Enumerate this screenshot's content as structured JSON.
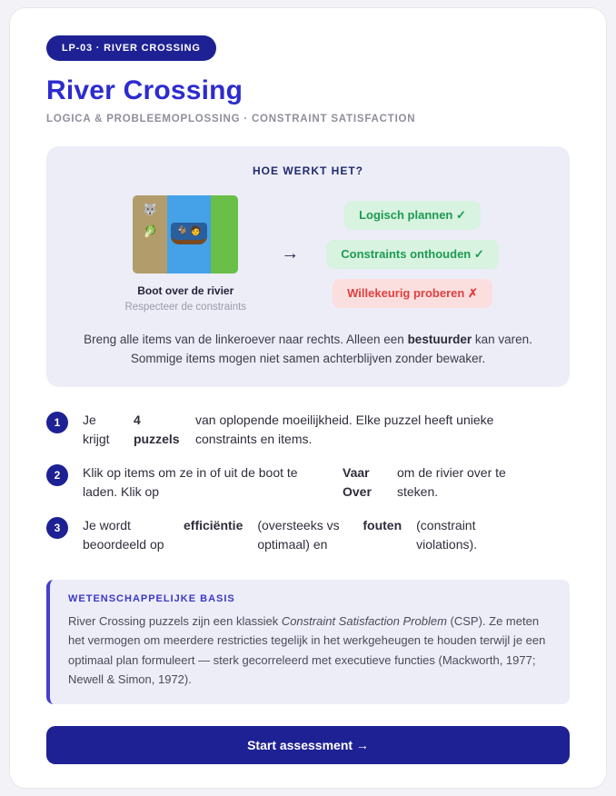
{
  "page": {
    "badge": "LP-03 · RIVER CROSSING",
    "title": "River Crossing",
    "subtitle": "LOGICA & PROBLEEMOPLOSSING · CONSTRAINT SATISFACTION"
  },
  "how_it_works": {
    "title": "HOE WERKT HET?",
    "illustration": {
      "left_bank_icons": [
        "🐺",
        "🥬"
      ],
      "boat_icons": [
        "🐐",
        "🧑"
      ],
      "caption": "Boot over de rivier",
      "subcaption": "Respecteer de constraints",
      "arrow": "→"
    },
    "pills": [
      {
        "label": "Logisch plannen ✓",
        "type": "good"
      },
      {
        "label": "Constraints onthouden ✓",
        "type": "good"
      },
      {
        "label": "Willekeurig proberen ✗",
        "type": "bad"
      }
    ],
    "description": {
      "part1": "Breng alle items van de linkeroever naar rechts. Alleen een ",
      "bold1": "bestuurder",
      "part2": " kan varen. Sommige items mogen niet samen achterblijven zonder bewaker."
    }
  },
  "steps": [
    {
      "number": "1",
      "segments": [
        {
          "text": "Je krijgt",
          "bold": false
        },
        {
          "text": "4 puzzels",
          "bold": true
        },
        {
          "text": "van oplopende moeilijkheid. Elke puzzel heeft unieke constraints en items.",
          "bold": false
        }
      ]
    },
    {
      "number": "2",
      "segments": [
        {
          "text": "Klik op items om ze in of uit de boot te laden. Klik op",
          "bold": false
        },
        {
          "text": "Vaar Over",
          "bold": true
        },
        {
          "text": "om de rivier over te steken.",
          "bold": false
        }
      ]
    },
    {
      "number": "3",
      "segments": [
        {
          "text": "Je wordt beoordeeld op",
          "bold": false
        },
        {
          "text": "efficiëntie",
          "bold": true
        },
        {
          "text": "(oversteeks vs optimaal) en",
          "bold": false
        },
        {
          "text": "fouten",
          "bold": true
        },
        {
          "text": "(constraint violations).",
          "bold": false
        }
      ]
    }
  ],
  "science": {
    "title": "WETENSCHAPPELIJKE BASIS",
    "text_part1": "River Crossing puzzels zijn een klassiek ",
    "italic": "Constraint Satisfaction Problem",
    "text_part2": " (CSP). Ze meten het vermogen om meerdere restricties tegelijk in het werkgeheugen te houden terwijl je een optimaal plan formuleert — sterk gecorreleerd met executieve functies (Mackworth, 1977; Newell & Simon, 1972)."
  },
  "cta": {
    "label": "Start assessment →"
  }
}
